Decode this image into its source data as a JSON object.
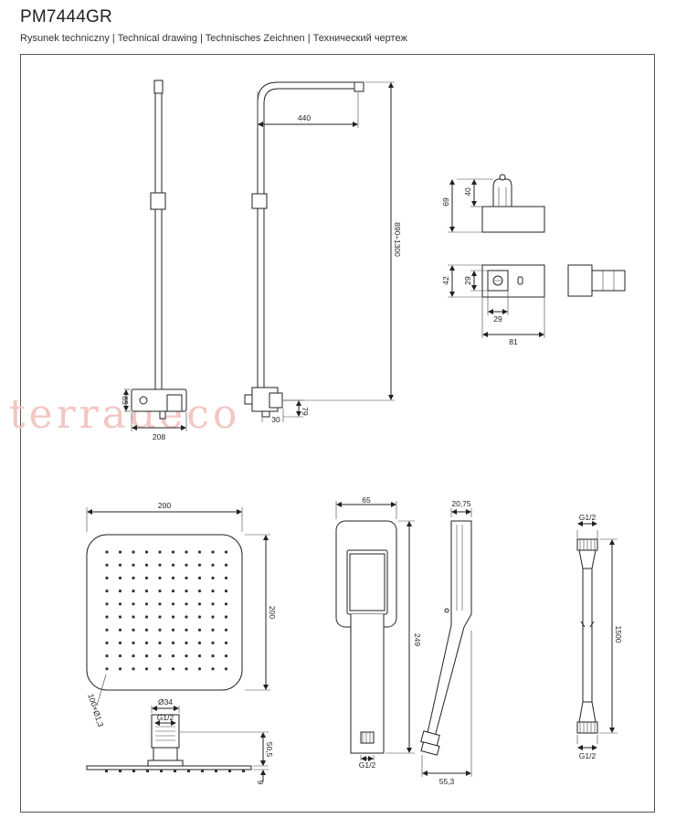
{
  "header": {
    "title": "PM7444GR",
    "subtitle": "Rysunek techniczny | Technical drawing | Technisches Zeichnen | Технический чертеж"
  },
  "watermark": "terradeco",
  "dimensions": {
    "arm_reach": "440",
    "height_range": "890÷1300",
    "bracket_height": "69",
    "bracket_depth": "40",
    "holder_height": "42",
    "holder_inner_height": "29",
    "holder_inner_width": "29",
    "holder_width": "81",
    "mixer_height": "85",
    "mixer_width": "208",
    "mixer_depth": "30",
    "mixer_offset": "79",
    "head_width": "200",
    "head_height": "200",
    "nozzle_count": "100×Ø1,3",
    "connector_diameter": "Ø34",
    "connector_thread": "G1/2",
    "connector_height": "50,5",
    "head_thickness": "9",
    "handshower_width": "65",
    "handshower_depth": "20,75",
    "handshower_length": "249",
    "handshower_thread": "G1/2",
    "handshower_angle_width": "55,3",
    "hose_thread_top": "G1/2",
    "hose_length": "1500",
    "hose_thread_bottom": "G1/2"
  },
  "colors": {
    "line": "#222222",
    "frame": "#555555",
    "watermark": "#f2c7c3"
  }
}
